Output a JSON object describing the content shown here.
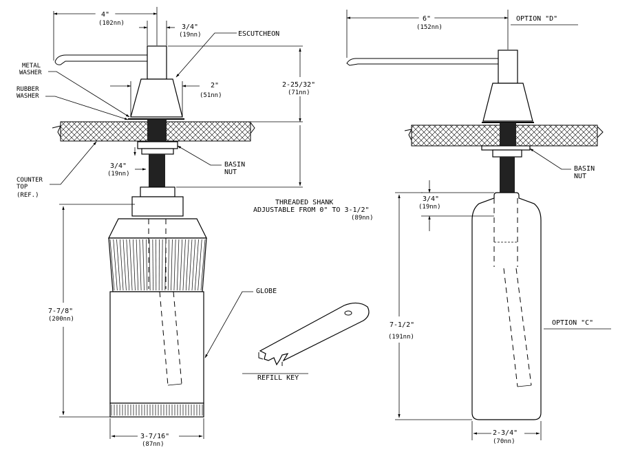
{
  "left": {
    "dim_spout": "4\"",
    "dim_spout_mm": "(102nn)",
    "dim_shank": "3/4\"",
    "dim_shank_mm": "(19nn)",
    "label_escutcheon": "ESCUTCHEON",
    "label_metal_washer_1": "METAL",
    "label_metal_washer_2": "WASHER",
    "label_rubber_washer_1": "RUBBER",
    "label_rubber_washer_2": "WASHER",
    "dim_escutcheon": "2\"",
    "dim_escutcheon_mm": "(51nn)",
    "dim_height": "2-25/32\"",
    "dim_height_mm": "(71nn)",
    "dim_nut_gap": "3/4\"",
    "dim_nut_gap_mm": "(19nn)",
    "label_basin_nut_1": "BASIN",
    "label_basin_nut_2": "NUT",
    "label_counter_1": "COUNTER",
    "label_counter_2": "TOP",
    "label_counter_3": "(REF.)",
    "threaded_1": "THREADED SHANK",
    "threaded_2": "ADJUSTABLE FROM 0\" TO 3-1/2\"",
    "threaded_3": "(89nn)",
    "label_globe": "GLOBE",
    "dim_globe_height": "7-7/8\"",
    "dim_globe_height_mm": "(200nn)",
    "dim_globe_width": "3-7/16\"",
    "dim_globe_width_mm": "(87nn)",
    "label_refill_key": "REFILL KEY"
  },
  "right": {
    "dim_spout": "6\"",
    "dim_spout_mm": "(152nn)",
    "option_d": "OPTION  \"D\"",
    "label_basin_nut_1": "BASIN",
    "label_basin_nut_2": "NUT",
    "dim_gap": "3/4\"",
    "dim_gap_mm": "(19nn)",
    "dim_height": "7-1/2\"",
    "dim_height_mm": "(191nn)",
    "option_c": "OPTION  \"C\"",
    "dim_width": "2-3/4\"",
    "dim_width_mm": "(70nn)"
  }
}
